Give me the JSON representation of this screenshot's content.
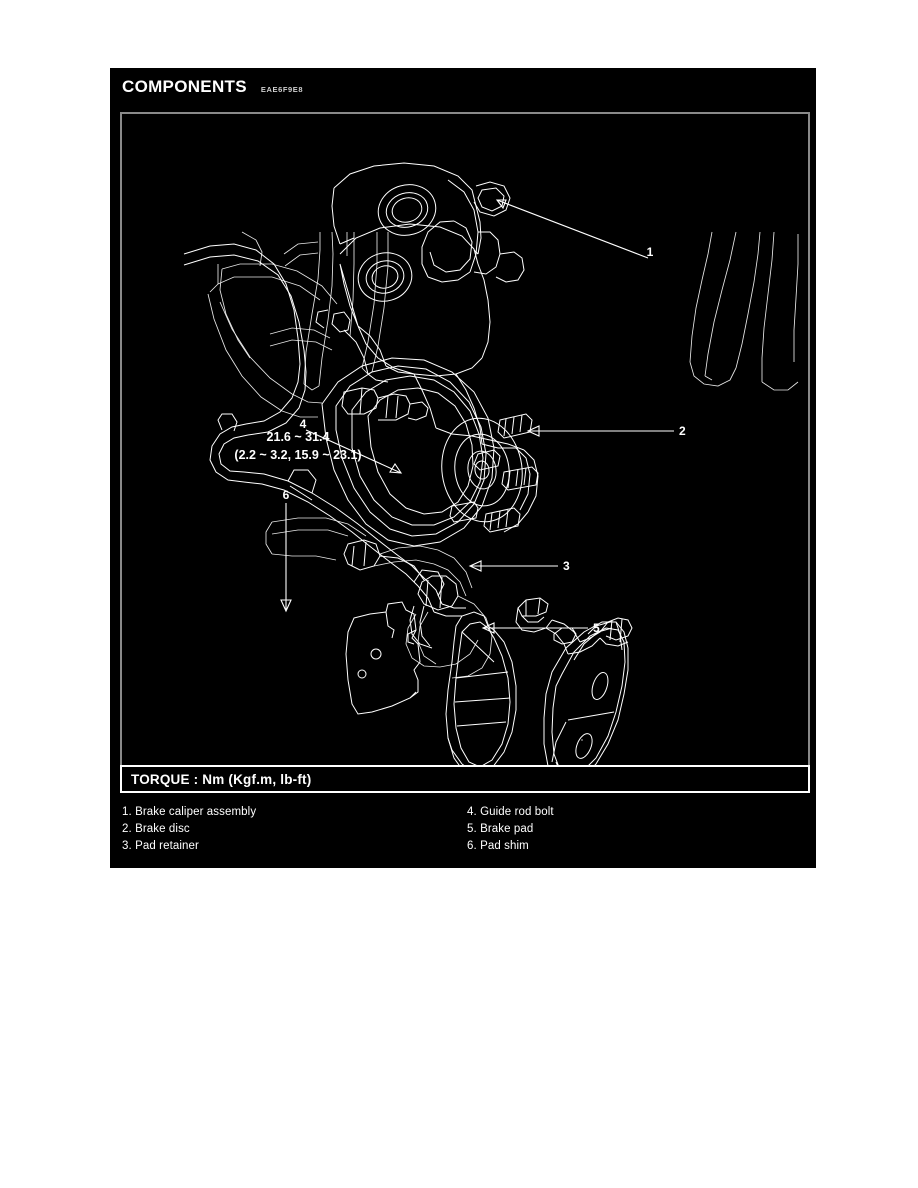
{
  "page": {
    "background": "#ffffff",
    "panel_background": "#000000",
    "ink": "#ffffff"
  },
  "header": {
    "title": "COMPONENTS",
    "code": "EAE6F9E8"
  },
  "figure": {
    "torque_spec_line1": "21.6 ~ 31.4",
    "torque_spec_line2": "(2.2 ~ 3.2, 15.9 ~ 23.1)",
    "callouts": [
      {
        "number": "1",
        "target": "brake-caliper-assembly"
      },
      {
        "number": "2",
        "target": "brake-disc"
      },
      {
        "number": "3",
        "target": "pad-retainer"
      },
      {
        "number": "4",
        "target": "guide-rod-bolt"
      },
      {
        "number": "5",
        "target": "brake-pad"
      },
      {
        "number": "6",
        "target": "pad-shim"
      }
    ]
  },
  "torque_bar": {
    "label": "TORQUE : Nm (Kgf.m, lb-ft)"
  },
  "legend": {
    "left": [
      "1. Brake caliper assembly",
      "2. Brake disc",
      "3. Pad retainer"
    ],
    "right": [
      "4. Guide rod bolt",
      "5. Brake pad",
      "6. Pad shim"
    ]
  }
}
